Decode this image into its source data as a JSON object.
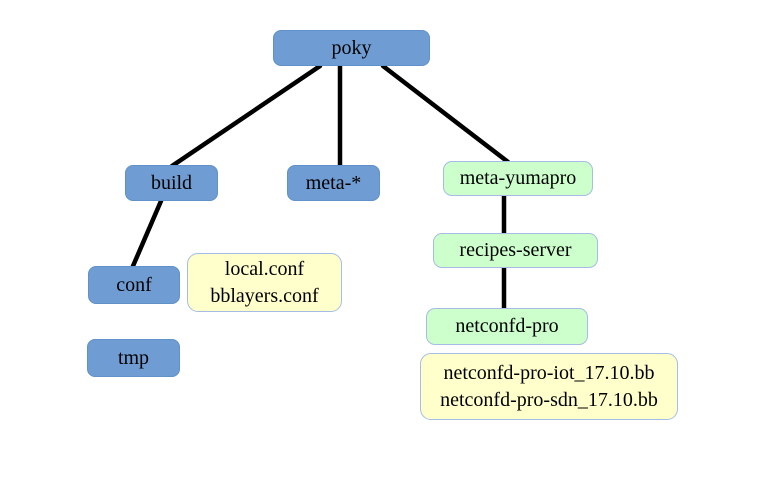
{
  "diagram": {
    "type": "tree",
    "description": "poky directory structure tree diagram",
    "background": "#ffffff",
    "colors": {
      "directory_node_fill": "#6f9cd2",
      "directory_node_border": "#6191c9",
      "layer_node_fill": "#ccffcc",
      "file_node_fill": "#ffffcc",
      "light_node_border": "#a6bce4",
      "edge_color": "#000000",
      "text_color": "#000000"
    },
    "nodes": {
      "poky": {
        "label": "poky",
        "kind": "blue-directory"
      },
      "build": {
        "label": "build",
        "kind": "blue-directory"
      },
      "meta_star": {
        "label": "meta-*",
        "kind": "blue-directory"
      },
      "meta_yumapro": {
        "label": "meta-yumapro",
        "kind": "green-layer"
      },
      "conf": {
        "label": "conf",
        "kind": "blue-directory"
      },
      "tmp": {
        "label": "tmp",
        "kind": "blue-directory"
      },
      "conf_files": {
        "line1": "local.conf",
        "line2": "bblayers.conf",
        "kind": "yellow-files"
      },
      "recipes_server": {
        "label": "recipes-server",
        "kind": "green-layer"
      },
      "netconfd_pro": {
        "label": "netconfd-pro",
        "kind": "green-layer"
      },
      "recipe_files": {
        "line1": "netconfd-pro-iot_17.10.bb",
        "line2": "netconfd-pro-sdn_17.10.bb",
        "kind": "yellow-files"
      }
    },
    "edges": [
      {
        "from": "poky",
        "to": "build"
      },
      {
        "from": "poky",
        "to": "meta_star"
      },
      {
        "from": "poky",
        "to": "meta_yumapro"
      },
      {
        "from": "build",
        "to": "conf"
      },
      {
        "from": "meta_yumapro",
        "to": "recipes_server"
      },
      {
        "from": "recipes_server",
        "to": "netconfd_pro"
      }
    ]
  }
}
